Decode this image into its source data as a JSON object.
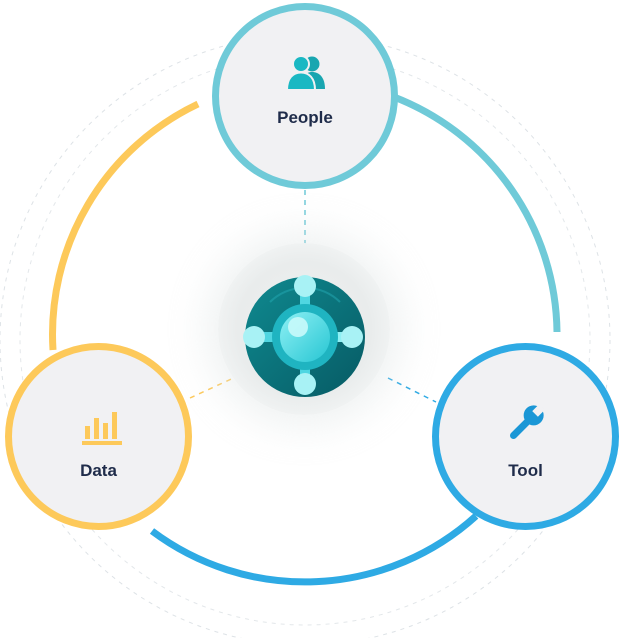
{
  "nodes": {
    "people": {
      "label": "People",
      "icon": "people-icon",
      "color": "#6fcad8"
    },
    "data": {
      "label": "Data",
      "icon": "bar-chart-icon",
      "color": "#fdc95a"
    },
    "tool": {
      "label": "Tool",
      "icon": "wrench-icon",
      "color": "#2eaae4"
    }
  },
  "center": {
    "icon": "business-central-logo-icon"
  },
  "colors": {
    "connector": "#6fcad8",
    "dashed_ring": "#dde2e6",
    "data_dash": "#fdc95a",
    "tool_dash": "#2eaae4",
    "logo_dark": "#0a6b73",
    "logo_light": "#5fe0ea"
  }
}
